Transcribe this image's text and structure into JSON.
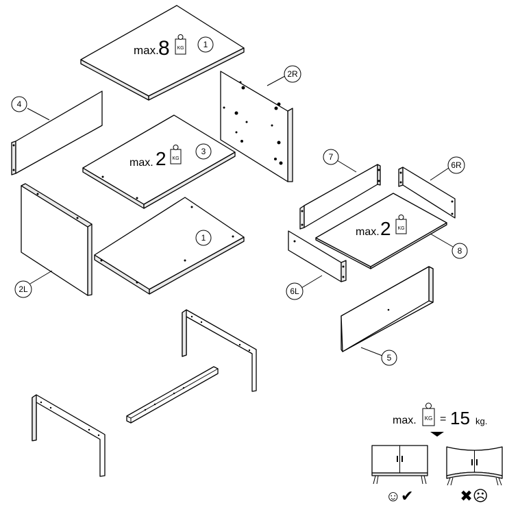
{
  "parts": {
    "p1_top": "1",
    "p1_bottom": "1",
    "p2R": "2R",
    "p2L": "2L",
    "p3": "3",
    "p4": "4",
    "p5": "5",
    "p6R": "6R",
    "p6L": "6L",
    "p7": "7",
    "p8": "8"
  },
  "load_labels": {
    "top": {
      "prefix": "max.",
      "value": "8",
      "unit": "KG"
    },
    "shelf": {
      "prefix": "max.",
      "value": "2",
      "unit": "KG"
    },
    "drawer": {
      "prefix": "max.",
      "value": "2",
      "unit": "KG"
    }
  },
  "total_load": {
    "prefix": "max.",
    "unit_icon": "KG",
    "equals": "=",
    "value": "15",
    "unit": "kg."
  },
  "status": {
    "ok_symbols": "☺✔",
    "bad_symbols": "✖☹"
  }
}
